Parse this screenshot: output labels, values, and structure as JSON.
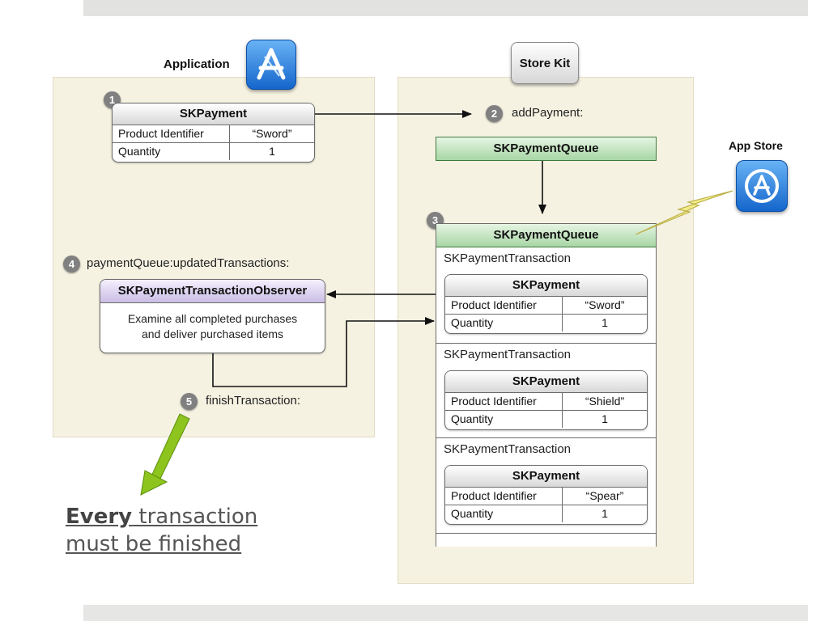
{
  "headers": {
    "application": "Application",
    "store_kit": "Store Kit",
    "app_store": "App Store"
  },
  "steps": {
    "s1": "1",
    "s2": "2",
    "s3": "3",
    "s4": "4",
    "s5": "5",
    "add_payment": "addPayment:",
    "updated_transactions": "paymentQueue:updatedTransactions:",
    "finish_transaction": "finishTransaction:"
  },
  "application_payment": {
    "title": "SKPayment",
    "rows": [
      {
        "key": "Product Identifier",
        "value": "“Sword”"
      },
      {
        "key": "Quantity",
        "value": "1"
      }
    ]
  },
  "queue_label": "SKPaymentQueue",
  "queue_detail_label": "SKPaymentQueue",
  "observer": {
    "title": "SKPaymentTransactionObserver",
    "line1": "Examine all completed purchases",
    "line2": "and deliver purchased items"
  },
  "transactions": [
    {
      "label": "SKPaymentTransaction",
      "payment": {
        "title": "SKPayment",
        "rows": [
          {
            "key": "Product Identifier",
            "value": "“Sword”"
          },
          {
            "key": "Quantity",
            "value": "1"
          }
        ]
      }
    },
    {
      "label": "SKPaymentTransaction",
      "payment": {
        "title": "SKPayment",
        "rows": [
          {
            "key": "Product Identifier",
            "value": "“Shield”"
          },
          {
            "key": "Quantity",
            "value": "1"
          }
        ]
      }
    },
    {
      "label": "SKPaymentTransaction",
      "payment": {
        "title": "SKPayment",
        "rows": [
          {
            "key": "Product Identifier",
            "value": "“Spear”"
          },
          {
            "key": "Quantity",
            "value": "1"
          }
        ]
      }
    }
  ],
  "note": {
    "emphasis": "Every",
    "rest": " transaction",
    "line2": "must be finished"
  },
  "colors": {
    "panel": "#f6f2e2",
    "queue_green": "#a7d6a4",
    "observer_purple": "#c9bde4",
    "arrow_green": "#8dc41e",
    "lightning": "#f2ec8a"
  },
  "icons": {
    "application": "app-store-a-icon",
    "app_store": "app-store-circle-icon"
  }
}
